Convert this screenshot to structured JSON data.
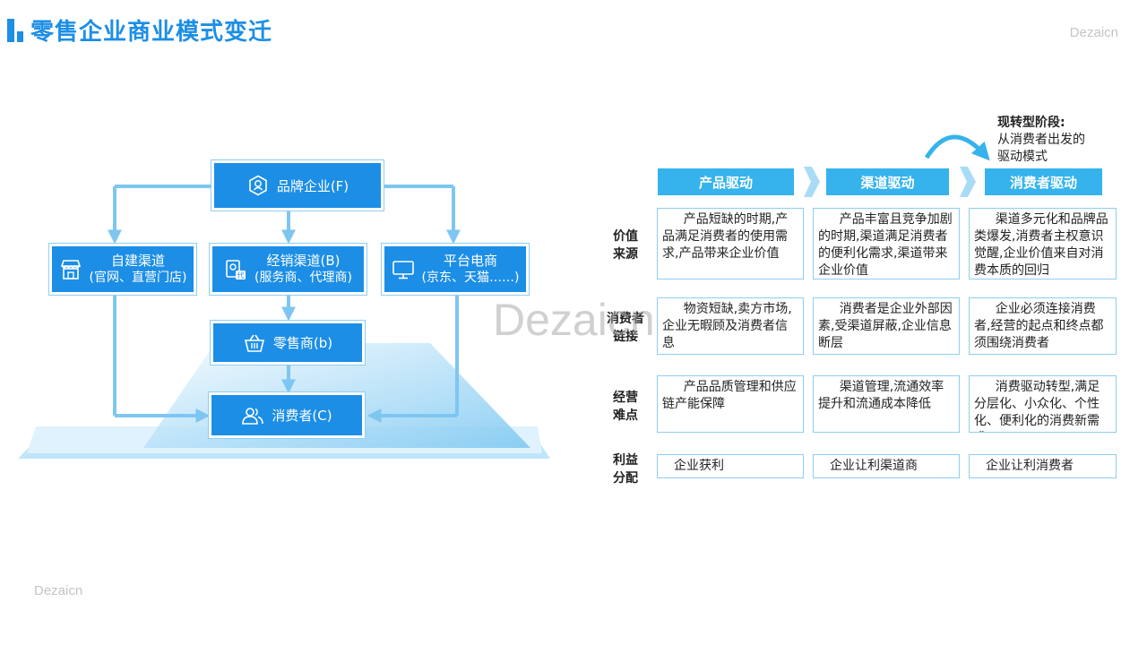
{
  "page": {
    "title": "零售企业商业模式变迁",
    "watermark": "Dezaicn"
  },
  "diagram": {
    "brand": {
      "title": "品牌企业(F)",
      "icon": "shield-hexagon-icon"
    },
    "self_channel": {
      "title": "自建渠道",
      "sub": "(官网、直营门店)",
      "icon": "storefront-icon"
    },
    "distribution": {
      "title": "经销渠道(B)",
      "sub": "(服务商、代理商)",
      "icon": "agent-document-icon"
    },
    "platform": {
      "title": "平台电商",
      "sub": "(京东、天猫……)",
      "icon": "monitor-icon"
    },
    "retailer": {
      "title": "零售商(b)",
      "icon": "basket-icon"
    },
    "consumer": {
      "title": "消费者(C)",
      "icon": "users-icon"
    },
    "colors": {
      "node": "#1c8ee6",
      "border": "#8fcdf3",
      "arrow": "#7ec6f2",
      "platform_base": "#bfe5fa"
    }
  },
  "phase_note": {
    "title": "现转型阶段:",
    "lines": [
      "从消费者出发的",
      "驱动模式"
    ]
  },
  "table": {
    "phases": [
      "产品驱动",
      "渠道驱动",
      "消费者驱动"
    ],
    "rows": [
      {
        "label": [
          "价值",
          "来源"
        ],
        "cells": [
          "产品短缺的时期,产品满足消费者的使用需求,产品带来企业价值",
          "产品丰富且竞争加剧的时期,渠道满足消费者的便利化需求,渠道带来企业价值",
          "渠道多元化和品牌品类爆发,消费者主权意识觉醒,企业价值来自对消费本质的回归"
        ]
      },
      {
        "label": [
          "消费者",
          "链接"
        ],
        "cells": [
          "物资短缺,卖方市场,企业无暇顾及消费者信息",
          "消费者是企业外部因素,受渠道屏蔽,企业信息断层",
          "企业必须连接消费者,经营的起点和终点都须围绕消费者"
        ]
      },
      {
        "label": [
          "经营",
          "难点"
        ],
        "cells": [
          "产品品质管理和供应链产能保障",
          "渠道管理,流通效率提升和流通成本降低",
          "消费驱动转型,满足分层化、小众化、个性化、便利化的消费新需求"
        ]
      },
      {
        "label": [
          "利益",
          "分配"
        ],
        "cells": [
          "企业获利",
          "企业让利渠道商",
          "企业让利消费者"
        ]
      }
    ],
    "colors": {
      "header": "#36b3ec",
      "border": "#8fcdf3",
      "arrow": "#a8dcf6"
    }
  }
}
